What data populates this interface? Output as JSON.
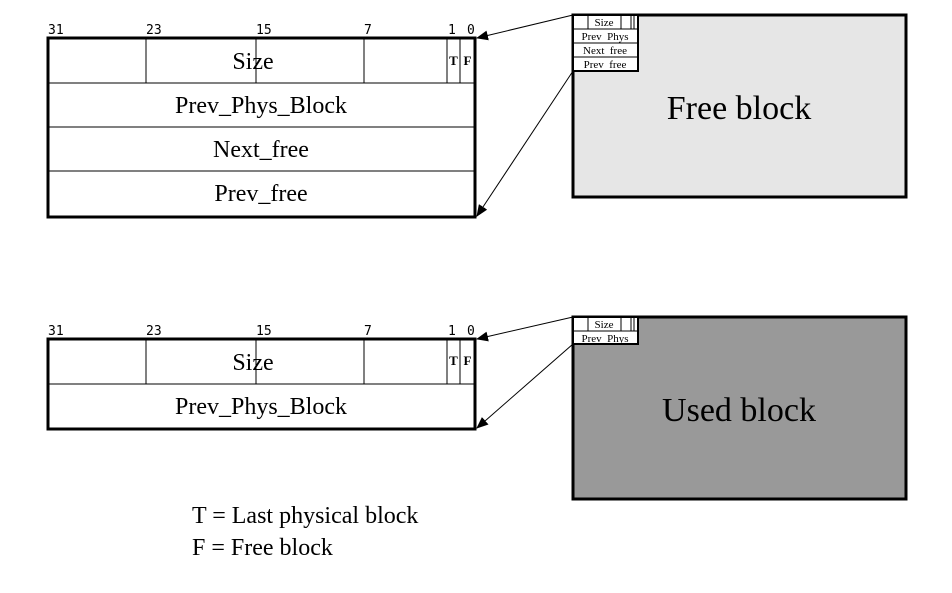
{
  "free_header": {
    "bit_positions": [
      "31",
      "23",
      "15",
      "7",
      "1",
      "0"
    ],
    "size_label": "Size",
    "t_flag": "T",
    "f_flag": "F",
    "prev_phys": "Prev_Phys_Block",
    "next_free": "Next_free",
    "prev_free": "Prev_free"
  },
  "used_header": {
    "bit_positions": [
      "31",
      "23",
      "15",
      "7",
      "1",
      "0"
    ],
    "size_label": "Size",
    "t_flag": "T",
    "f_flag": "F",
    "prev_phys": "Prev_Phys_Block"
  },
  "free_block": {
    "label": "Free block",
    "fill_color": "#e6e6e6",
    "mini_size": "Size",
    "mini_prev_phys": "Prev  Phys",
    "mini_next_free": "Next  free",
    "mini_prev_free": "Prev  free"
  },
  "used_block": {
    "label": "Used block",
    "fill_color": "#999999",
    "mini_size": "Size",
    "mini_prev_phys": "Prev  Phys"
  },
  "legend": {
    "t_meaning": "T = Last physical block",
    "f_meaning": "F = Free block"
  }
}
